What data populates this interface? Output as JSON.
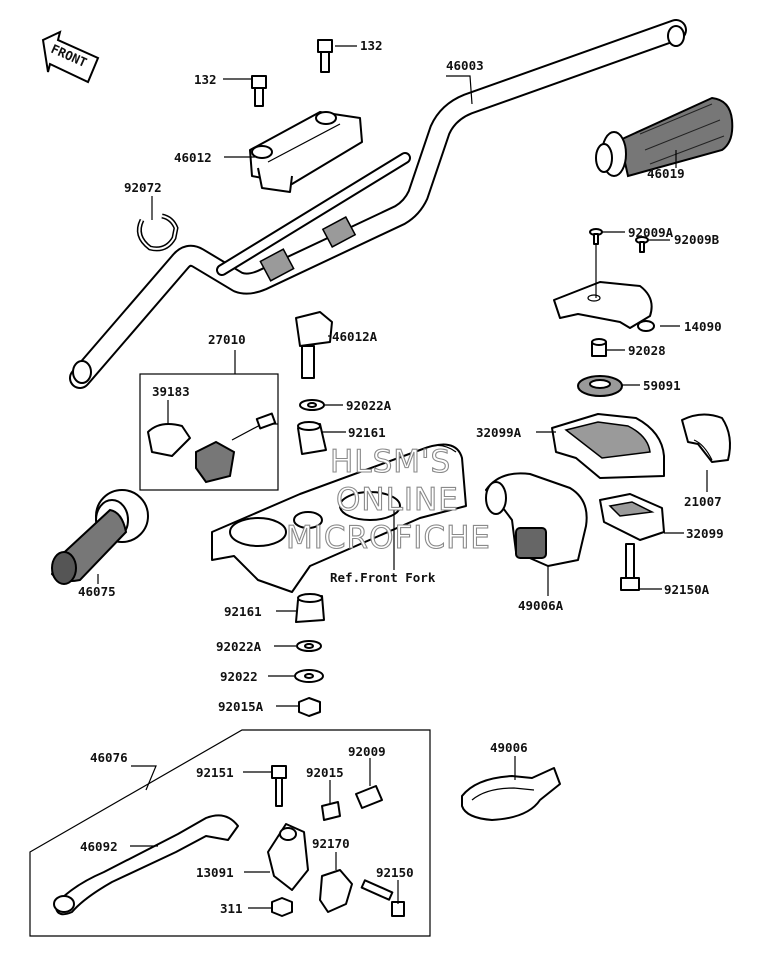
{
  "front_arrow": {
    "label": "FRONT"
  },
  "watermark": {
    "line1": "HLSM'S",
    "line2": "ONLINE",
    "line3": "MICROFICHE"
  },
  "ref_note": "Ref.Front Fork",
  "labels": {
    "p132a": "132",
    "p132b": "132",
    "p46003": "46003",
    "p46012": "46012",
    "p92072": "92072",
    "p46019": "46019",
    "p92009A": "92009A",
    "p92009B": "92009B",
    "p14090": "14090",
    "p27010": "27010",
    "p46012A": "46012A",
    "p92028": "92028",
    "p59091": "59091",
    "p39183": "39183",
    "p92022A_top": "92022A",
    "p92161_top": "92161",
    "p32099A": "32099A",
    "p21007": "21007",
    "p32099": "32099",
    "p46075": "46075",
    "p92150A": "92150A",
    "p49006A": "49006A",
    "p92161_bot": "92161",
    "p92022A_bot": "92022A",
    "p92022": "92022",
    "p92015A": "92015A",
    "p46076": "46076",
    "p49006": "49006",
    "p92151": "92151",
    "p92015": "92015",
    "p92009": "92009",
    "p46092": "46092",
    "p92170": "92170",
    "p13091": "13091",
    "p92150": "92150",
    "p311": "311"
  }
}
